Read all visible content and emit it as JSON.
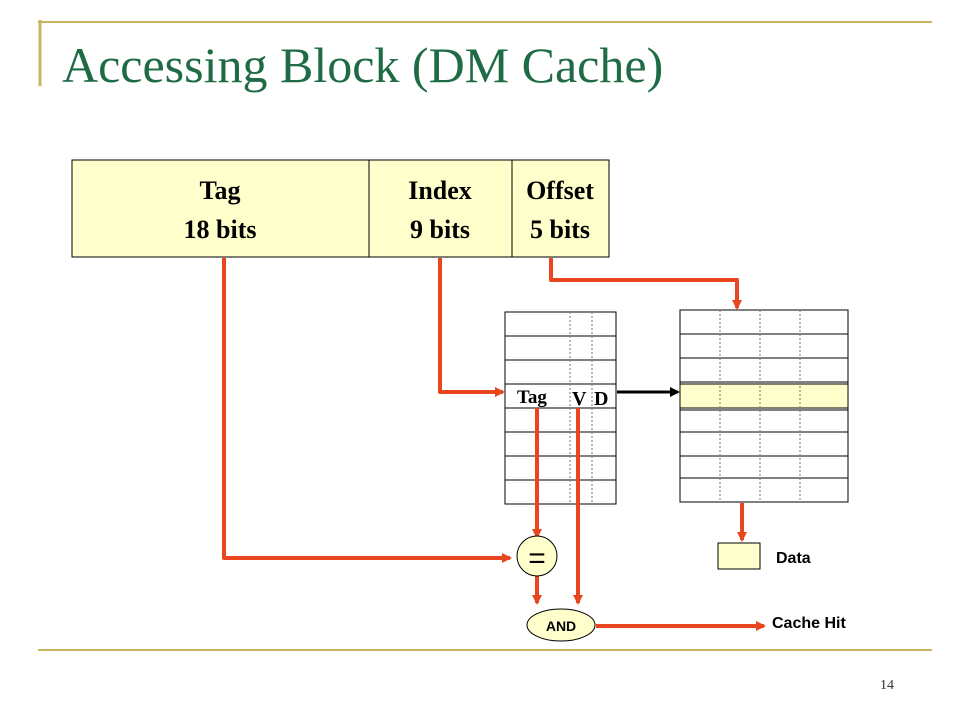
{
  "title": "Accessing Block (DM Cache)",
  "address": {
    "tag": {
      "name": "Tag",
      "bits": "18 bits"
    },
    "index": {
      "name": "Index",
      "bits": "9 bits"
    },
    "offset": {
      "name": "Offset",
      "bits": "5 bits"
    }
  },
  "tag_array": {
    "tag_label": "Tag",
    "v_label": "V",
    "d_label": "D"
  },
  "comparator": "=",
  "and_gate": "AND",
  "data_label": "Data",
  "cache_hit_label": "Cache Hit",
  "page_number": "14",
  "colors": {
    "title": "#1e6b45",
    "address_fill": "#ffffcc",
    "wire": "#e8461e",
    "frame": "#c8b560"
  }
}
